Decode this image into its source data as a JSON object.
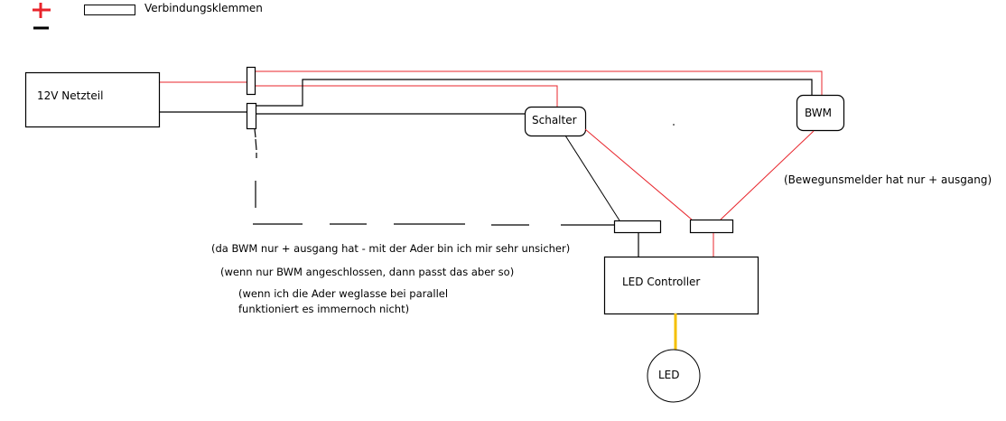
{
  "legend": {
    "plus_symbol": "+",
    "minus_symbol": "−",
    "plus_color": "#e8242b",
    "minus_color": "#000000",
    "terminal_label": "Verbindungsklemmen"
  },
  "colors": {
    "positive_wire": "#e8242b",
    "negative_wire": "#000000",
    "led_wire": "#f5c000"
  },
  "components": {
    "power_supply": "12V Netzteil",
    "switch": "Schalter",
    "motion_sensor": "BWM",
    "led_controller": "LED Controller",
    "led": "LED"
  },
  "notes": {
    "motion_sensor_note": "(Bewegunsmelder hat nur + ausgang)",
    "note_1": "(da BWM nur + ausgang hat - mit der Ader bin ich mir sehr unsicher)",
    "note_2": "(wenn nur BWM angeschlossen, dann passt das aber so)",
    "note_3_line_1": "(wenn ich die Ader weglasse bei parallel",
    "note_3_line_2": "funktioniert es immernoch nicht)"
  }
}
